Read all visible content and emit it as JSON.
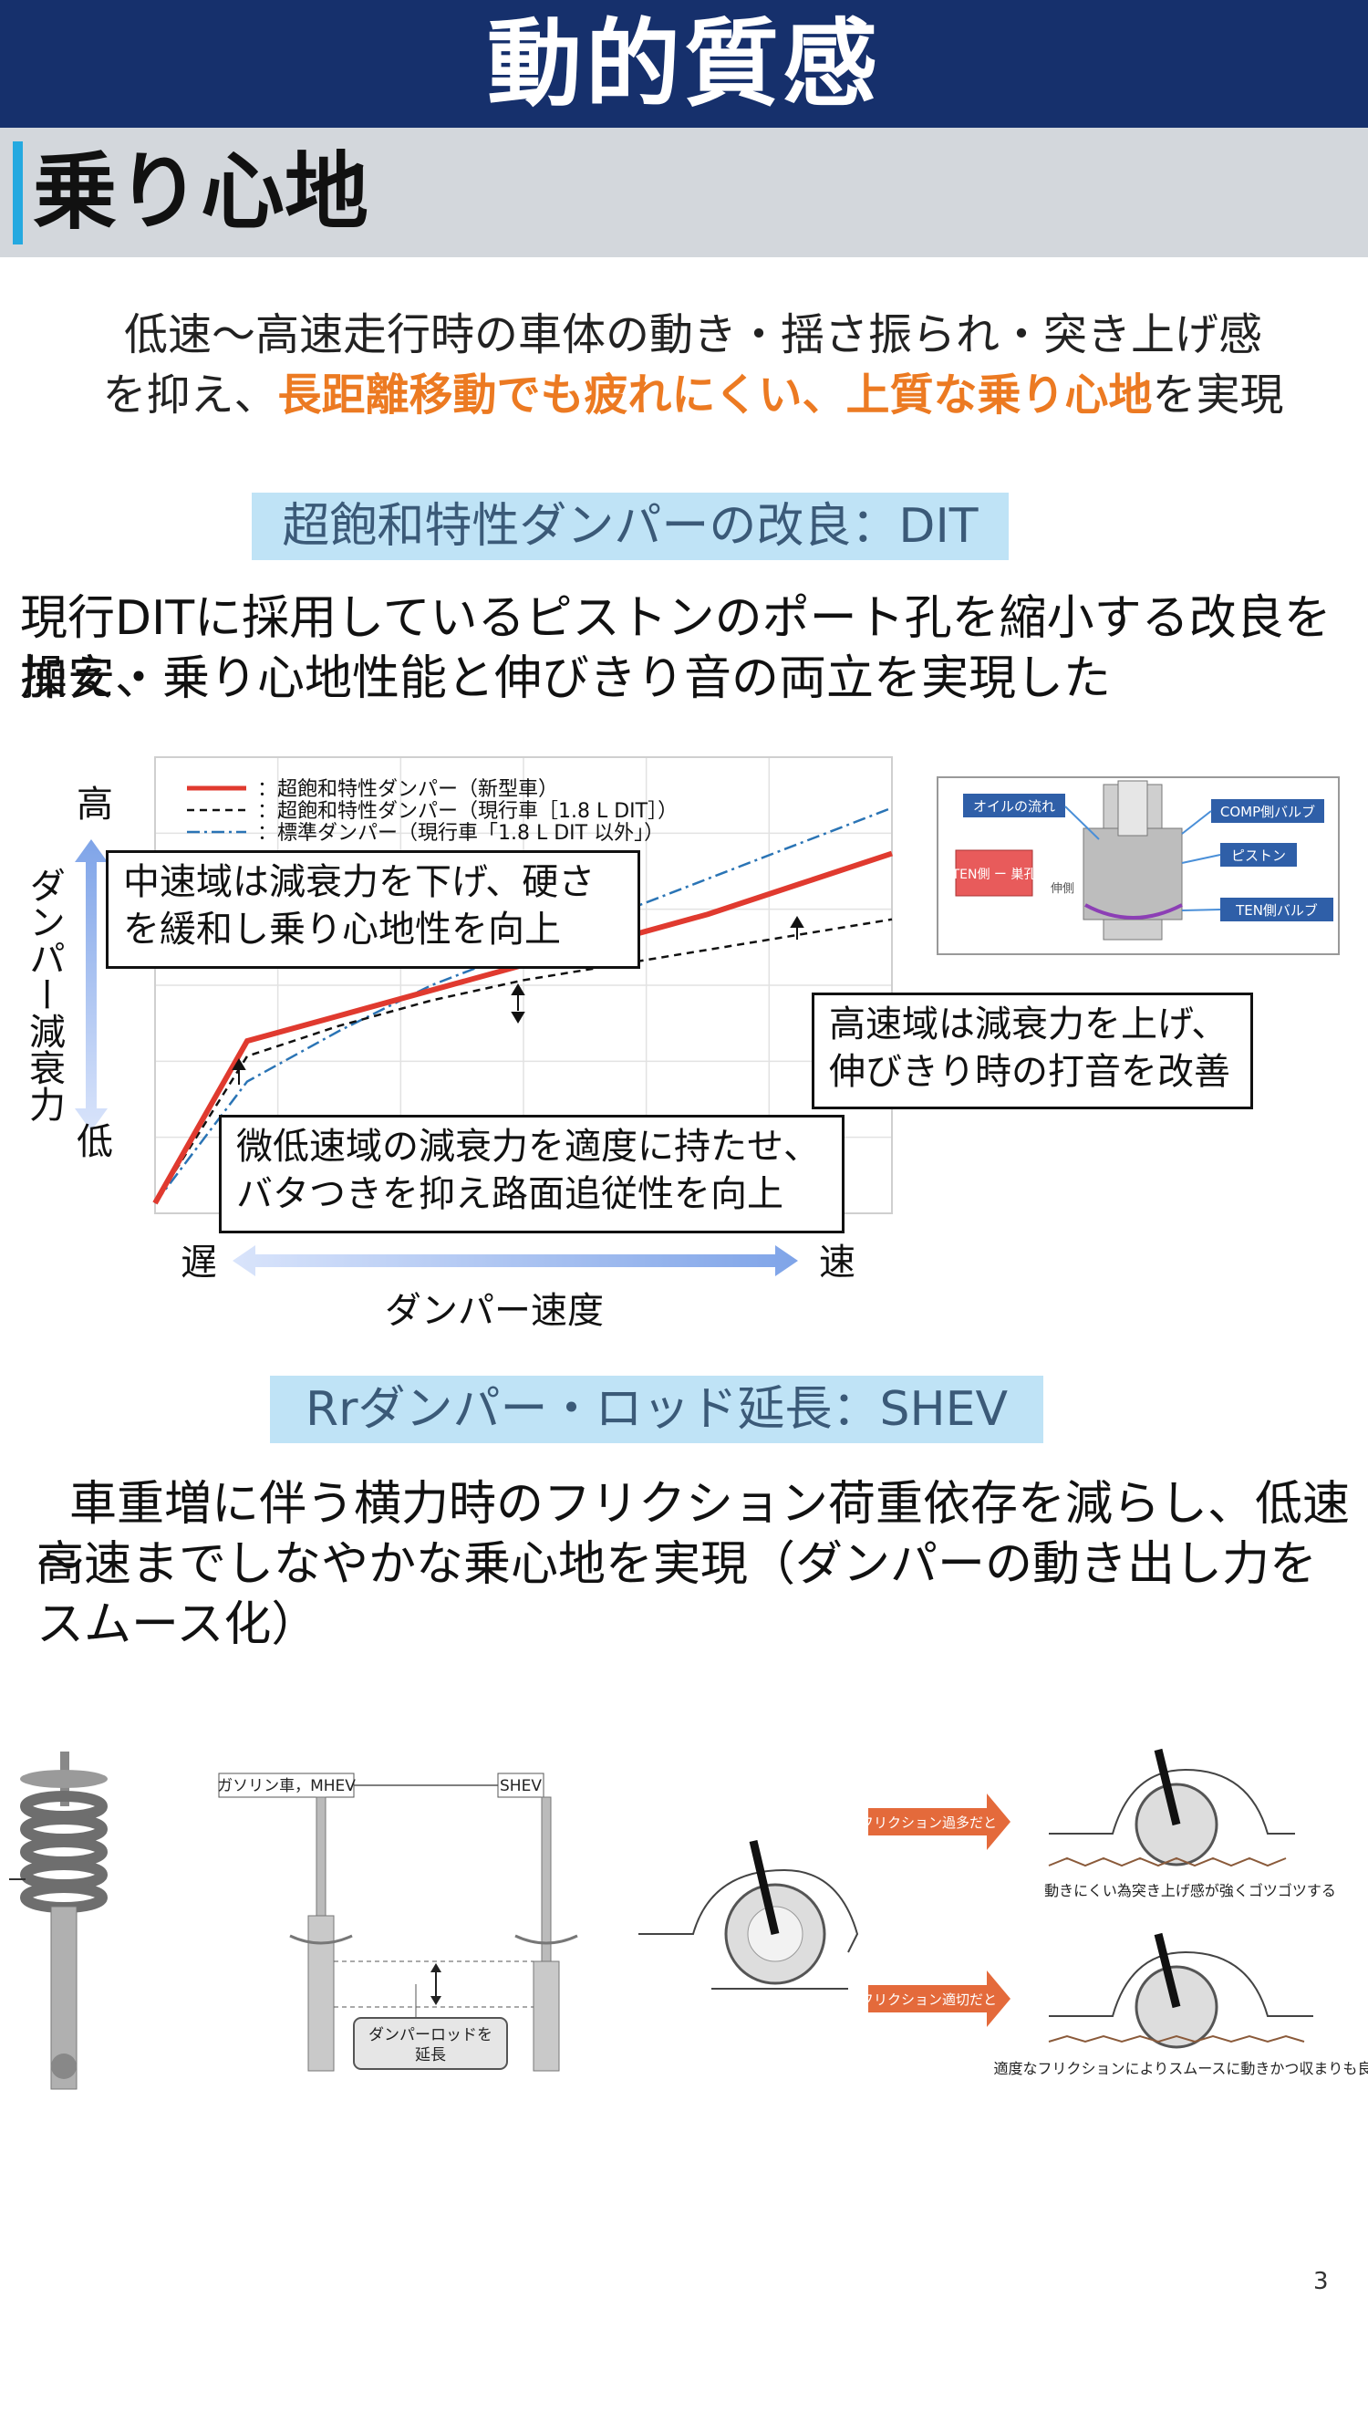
{
  "header": {
    "title": "動的質感",
    "subtitle": "乗り心地"
  },
  "intro": {
    "line1": "低速～高速走行時の車体の動き・揺さ振られ・突き上げ感",
    "line2_prefix": "を抑え、",
    "line2_highlight": "長距離移動でも疲れにくい、上質な乗り心地",
    "line2_suffix": "を実現",
    "highlight_color": "#ec7a22"
  },
  "section1": {
    "label": "超飽和特性ダンパーの改良：DIT",
    "text_line1": "現行DITに採用しているピストンのポート孔を縮小する改良を加え、",
    "text_line2": "操安・乗り心地性能と伸びきり音の両立を実現した"
  },
  "chart": {
    "legend": [
      "：超飽和特性ダンパー（新型車）",
      "：超飽和特性ダンパー（現行車［1.8 L DIT］）",
      "：標準ダンパー（現行車「1.8 L DIT 以外」）"
    ],
    "y_axis_label": "ダンパー減衰力",
    "y_high": "高",
    "y_low": "低",
    "x_axis_label": "ダンパー速度",
    "x_slow": "遅",
    "x_fast": "速",
    "callout_mid": [
      "中速域は減衰力を下げ、硬さ",
      "を緩和し乗り心地性を向上"
    ],
    "callout_high": [
      "高速域は減衰力を上げ、",
      "伸びきり時の打音を改善"
    ],
    "callout_low": [
      "微低速域の減衰力を適度に持たせ、",
      "バタつきを抑え路面追従性を向上"
    ],
    "colors": {
      "new": "#e03a2f",
      "current": "#111111",
      "standard": "#2a74b5"
    }
  },
  "chart_data": {
    "type": "line",
    "x": [
      0,
      1,
      2,
      3,
      4,
      5,
      6,
      7,
      8
    ],
    "series": [
      {
        "name": "超飽和特性ダンパー（新型車）",
        "values": [
          0.2,
          3.4,
          3.9,
          4.4,
          4.9,
          5.4,
          5.9,
          6.5,
          7.1
        ]
      },
      {
        "name": "超飽和特性ダンパー（現行車［1.8 L DIT］）",
        "values": [
          0.2,
          3.1,
          3.7,
          4.2,
          4.6,
          4.9,
          5.2,
          5.5,
          5.8
        ]
      },
      {
        "name": "標準ダンパー（現行車「1.8 L DIT 以外」）",
        "values": [
          0.2,
          2.6,
          3.6,
          4.5,
          5.2,
          5.9,
          6.6,
          7.3,
          8.0
        ]
      }
    ],
    "xlabel": "ダンパー速度",
    "ylabel": "ダンパー減衰力",
    "xlim": [
      0,
      8
    ],
    "ylim": [
      0,
      9
    ],
    "grid": true,
    "legend_position": "top"
  },
  "piston_diagram": {
    "labels": [
      "オイルの流れ",
      "COMP側バルブ",
      "ピストン",
      "TEN側 ー 巣孔",
      "TEN側バルブ",
      "伸側"
    ]
  },
  "section2": {
    "label": "Rrダンパー・ロッド延長：SHEV",
    "text_line1": "車重増に伴う横力時のフリクション荷重依存を減らし、低速～",
    "text_line2": "高速までしなやかな乗心地を実現（ダンパーの動き出し力を",
    "text_line3": "スムース化）"
  },
  "bottom_diagram": {
    "label_left": "ガソリン車，MHEV",
    "label_right": "SHEV",
    "rod_label_line1": "ダンパーロッドを",
    "rod_label_line2": "延長",
    "arrow1": "フリクション過多だと",
    "arrow2": "フリクション適切だと",
    "caption1": "動きにくい為突き上げ感が強くゴツゴツする",
    "caption2": "適度なフリクションによりスムースに動きかつ収まりも良い"
  },
  "page_number": "3"
}
